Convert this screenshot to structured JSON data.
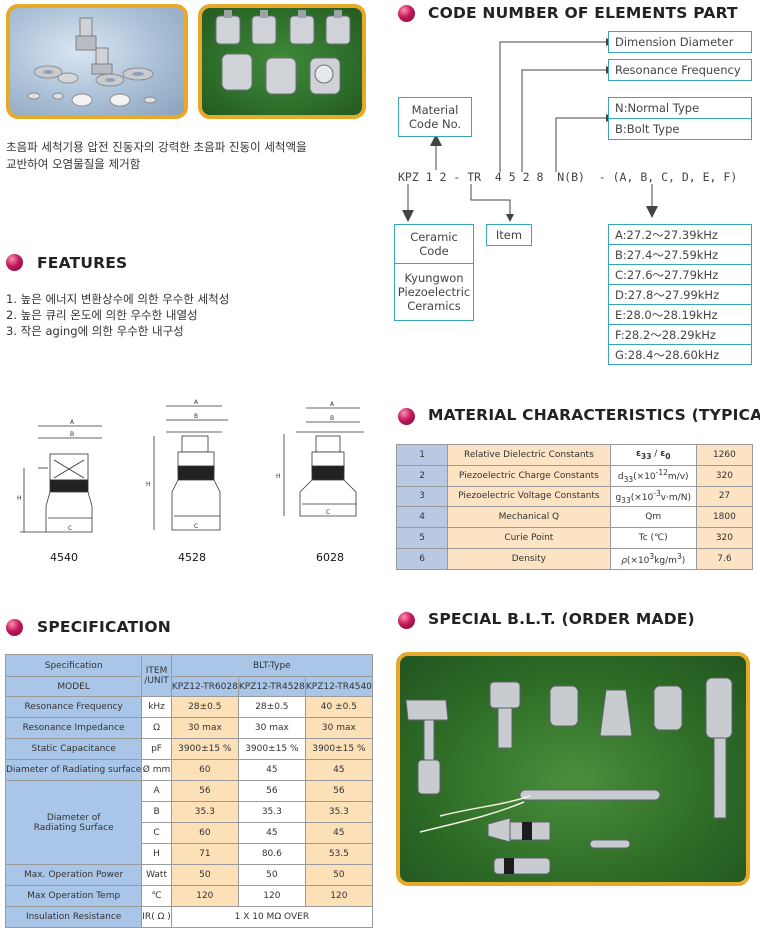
{
  "intro": {
    "line1": "초음파 세척기용 압전 진동자의 강력한 초음파 진동이 세척액을",
    "line2": "교반하여 오염물질을 제거함"
  },
  "features": {
    "title": "FEATURES",
    "items": [
      "1. 높은 에너지 변환상수에 의한 우수한 세척성",
      "2. 높은 큐리 온도에 의한 우수한 내열성",
      "3. 작은 aging에 의한 우수한 내구성"
    ]
  },
  "drawings": {
    "labels": [
      "4540",
      "4528",
      "6028"
    ],
    "dims": [
      "A",
      "B",
      "C",
      "H"
    ]
  },
  "code": {
    "title": "CODE NUMBER OF ELEMENTS PART",
    "material_box": [
      "Material",
      "Code No."
    ],
    "ceramic_box": [
      "Ceramic",
      "Code"
    ],
    "maker_box": [
      "Kyungwon",
      "Piezoelectric",
      "Ceramics"
    ],
    "item_box": "Item",
    "dimension_box": "Dimension Diameter",
    "resonance_box": "Resonance Frequency",
    "normal_type": "N:Normal Type",
    "bolt_type": "B:Bolt Type",
    "code_string": "KPZ 1 2 - TR  4 5 2 8  N(B)  - (A, B, C, D, E, F)",
    "freq_options": [
      "A:27.2～27.39kHz",
      "B:27.4～27.59kHz",
      "C:27.6～27.79kHz",
      "D:27.8～27.99kHz",
      "E:28.0～28.19kHz",
      "F:28.2～28.29kHz",
      "G:28.4～28.60kHz"
    ]
  },
  "material": {
    "title": "MATERIAL CHARACTERISTICS (TYPICAL)",
    "rows": [
      {
        "no": "1",
        "name": "Relative Dielectric Constants",
        "symbol": "ε33 / ε0",
        "value": "1260"
      },
      {
        "no": "2",
        "name": "Piezoelectric Charge Constants",
        "symbol": "d33(×10-12m/v)",
        "value": "320"
      },
      {
        "no": "3",
        "name": "Piezoelectric Voltage Constants",
        "symbol": "g33(×10-3v·m/N)",
        "value": "27"
      },
      {
        "no": "4",
        "name": "Mechanical Q",
        "symbol": "Qm",
        "value": "1800"
      },
      {
        "no": "5",
        "name": "Curie Point",
        "symbol": "Tc (℃)",
        "value": "320"
      },
      {
        "no": "6",
        "name": "Density",
        "symbol": "ρ(×103kg/m3)",
        "value": "7.6"
      }
    ]
  },
  "spec": {
    "title": "SPECIFICATION",
    "header": {
      "specification": "Specification",
      "model": "MODEL",
      "item": "ITEM",
      "unit": "/UNIT",
      "blt": "BLT-Type",
      "models": [
        "KPZ12-TR6028",
        "KPZ12-TR4528",
        "KPZ12-TR4540"
      ]
    },
    "rows": {
      "resonance_frequency": {
        "label": "Resonance Frequency",
        "unit": "kHz",
        "v": [
          "28±0.5",
          "28±0.5",
          "40 ±0.5"
        ]
      },
      "resonance_impedance": {
        "label": "Resonance Impedance",
        "unit": "Ω",
        "v": [
          "30 max",
          "30 max",
          "30 max"
        ]
      },
      "static_capacitance": {
        "label": "Static Capacitance",
        "unit": "pF",
        "v": [
          "3900±15 %",
          "3900±15 %",
          "3900±15 %"
        ]
      },
      "diameter_radiating": {
        "label": "Diameter of Radiating surface",
        "unit": "Ø mm",
        "v": [
          "60",
          "45",
          "45"
        ]
      },
      "diameter_group_label": "Diameter of Radiating Surface",
      "dim_a": {
        "unit": "A",
        "v": [
          "56",
          "56",
          "56"
        ]
      },
      "dim_b": {
        "unit": "B",
        "v": [
          "35.3",
          "35.3",
          "35.3"
        ]
      },
      "dim_c": {
        "unit": "C",
        "v": [
          "60",
          "45",
          "45"
        ]
      },
      "dim_h": {
        "unit": "H",
        "v": [
          "71",
          "80.6",
          "53.5"
        ]
      },
      "max_power": {
        "label": "Max. Operation Power",
        "unit": "Watt",
        "v": [
          "50",
          "50",
          "50"
        ]
      },
      "max_temp": {
        "label": "Max Operation Temp",
        "unit": "℃",
        "v": [
          "120",
          "120",
          "120"
        ]
      },
      "insulation": {
        "label": "Insulation Resistance",
        "unit": "IR( Ω )",
        "v": "1 X 10 MΩ OVER"
      }
    }
  },
  "special": {
    "title": "SPECIAL B.L.T. (ORDER MADE)"
  },
  "colors": {
    "accent_border": "#e6a92a",
    "box_border": "#3aa6b8",
    "table_blue": "#a9c6e8",
    "table_peach": "#fbe0b8",
    "bullet": "#c2185b"
  }
}
